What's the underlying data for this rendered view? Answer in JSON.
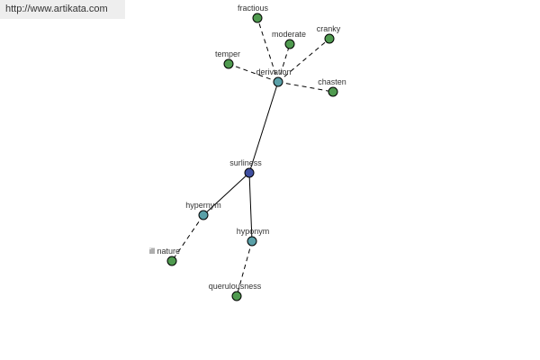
{
  "watermark": {
    "text": "http://www.artikata.com"
  },
  "graph": {
    "colors": {
      "root": "#3f4fa0",
      "relation": "#5aa0a8",
      "leaf": "#4f9a4f"
    },
    "nodes": {
      "surliness": {
        "label": "surliness",
        "kind": "root"
      },
      "derivation": {
        "label": "derivation",
        "kind": "relation"
      },
      "hypernym": {
        "label": "hypernym",
        "kind": "relation"
      },
      "hyponym": {
        "label": "hyponym",
        "kind": "relation"
      },
      "fractious": {
        "label": "fractious",
        "kind": "leaf"
      },
      "moderate": {
        "label": "moderate",
        "kind": "leaf"
      },
      "cranky": {
        "label": "cranky",
        "kind": "leaf"
      },
      "temper": {
        "label": "temper",
        "kind": "leaf"
      },
      "chasten": {
        "label": "chasten",
        "kind": "leaf"
      },
      "ill_nature": {
        "label": "ill nature",
        "kind": "leaf"
      },
      "querulousness": {
        "label": "querulousness",
        "kind": "leaf"
      }
    }
  }
}
